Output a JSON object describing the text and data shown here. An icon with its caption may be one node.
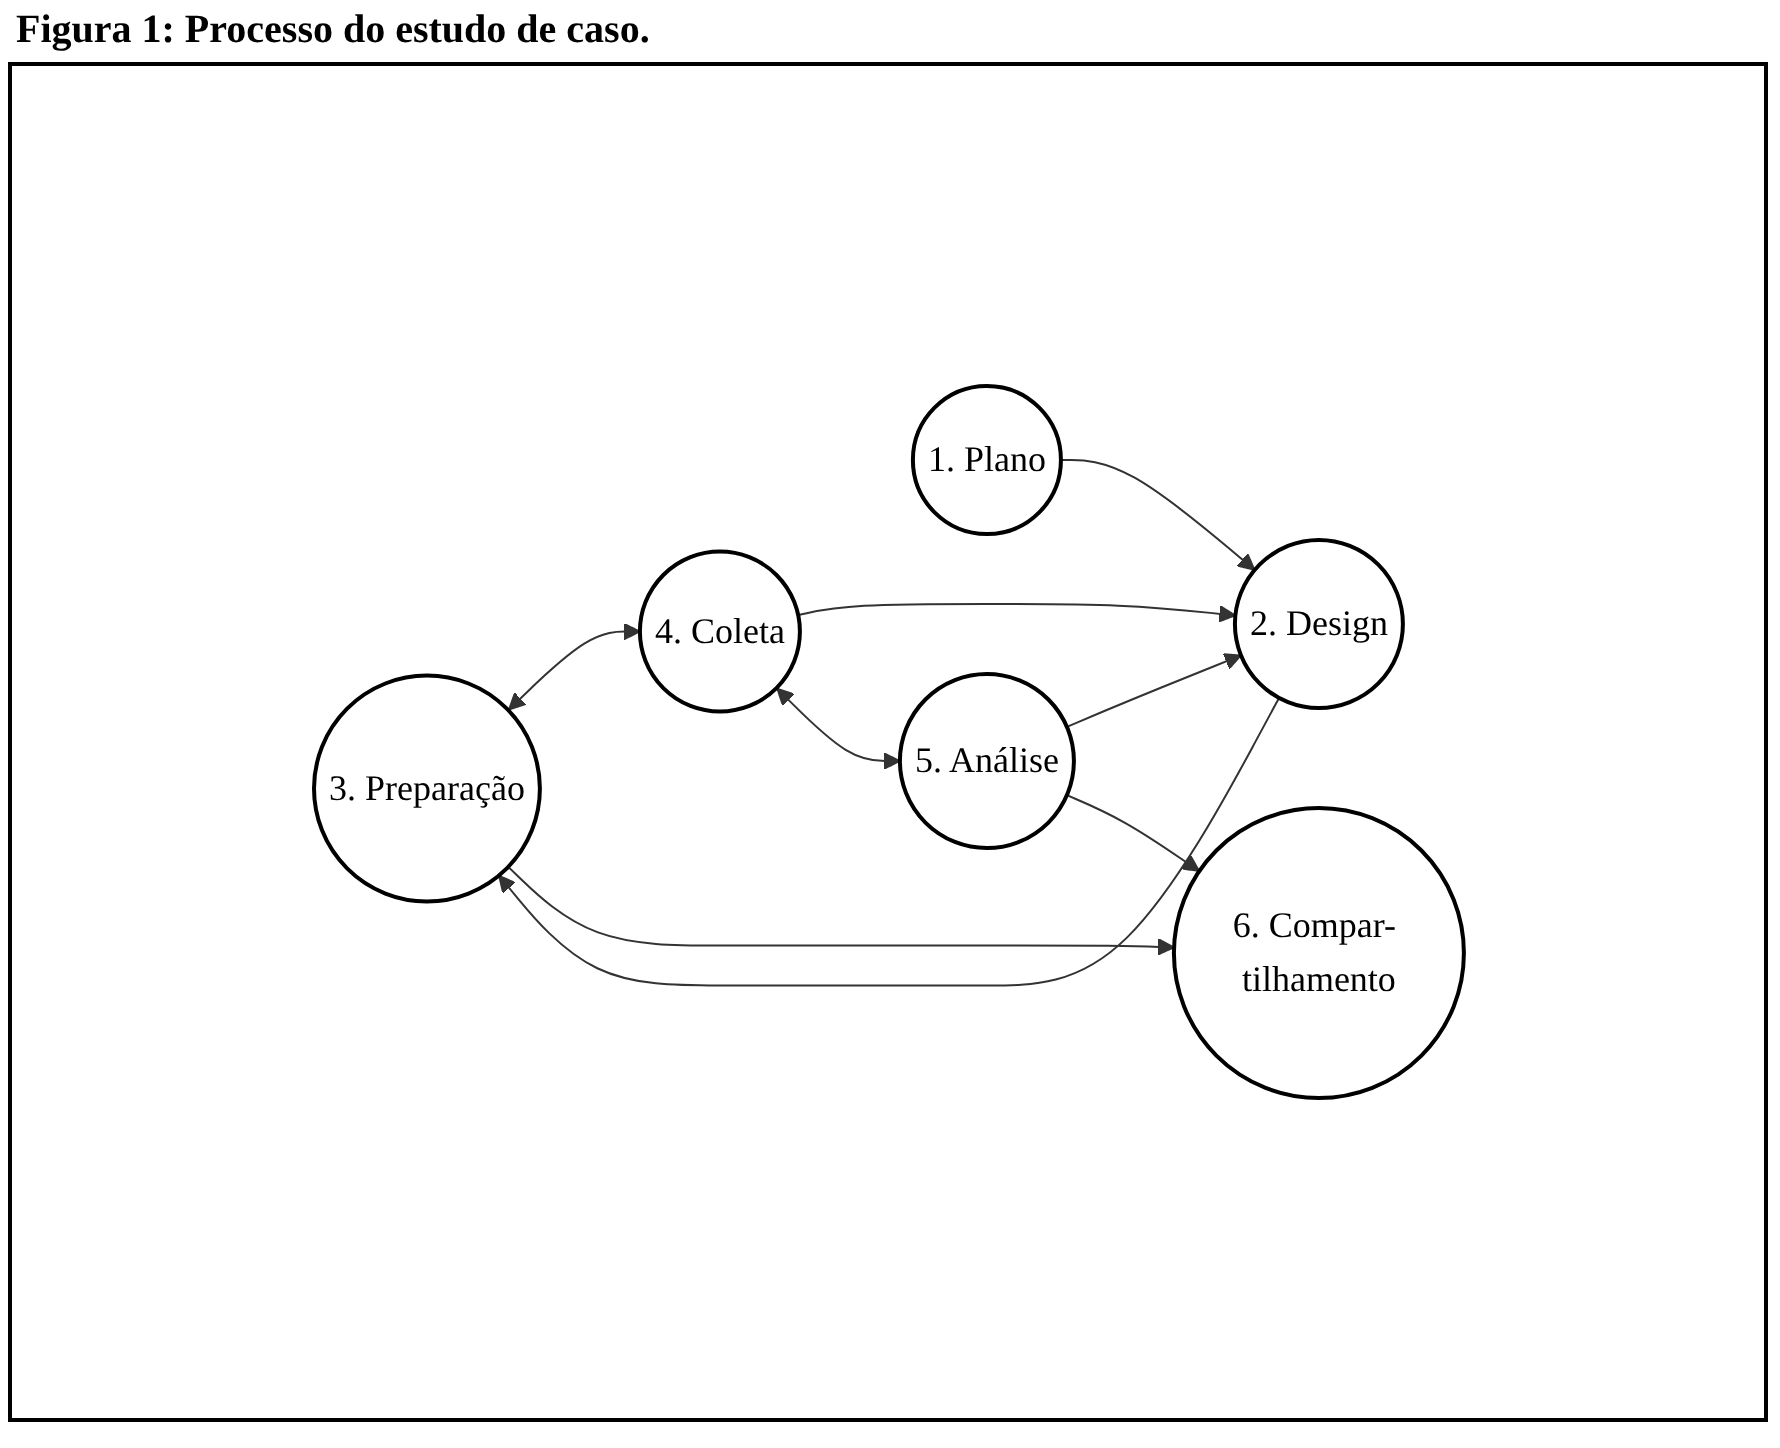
{
  "diagram": {
    "title": "Figura 1: Processo do estudo de caso.",
    "nodes": [
      {
        "text": [
          "3. Preparação"
        ]
      },
      {
        "text": [
          "1. Plano"
        ]
      },
      {
        "text": [
          "2. Design"
        ]
      },
      {
        "text": [
          "4. Coleta"
        ]
      },
      {
        "text": [
          "6. Compar- tilhamento"
        ]
      },
      {
        "text": [
          "5. Análise"
        ]
      }
    ],
    "edges": [
      {
        "from": 1,
        "to": 2,
        "arrow": "to"
      },
      {
        "from": 2,
        "to": 0,
        "arrow": "to"
      },
      {
        "from": 0,
        "to": 3,
        "arrow": "both"
      },
      {
        "from": 3,
        "to": 2,
        "arrow": "to"
      },
      {
        "from": 0,
        "to": 4,
        "arrow": "to"
      },
      {
        "from": 3,
        "to": 5,
        "arrow": "both"
      },
      {
        "from": 5,
        "to": 2,
        "arrow": "to"
      },
      {
        "from": 5,
        "to": 4,
        "arrow": "to"
      }
    ]
  }
}
